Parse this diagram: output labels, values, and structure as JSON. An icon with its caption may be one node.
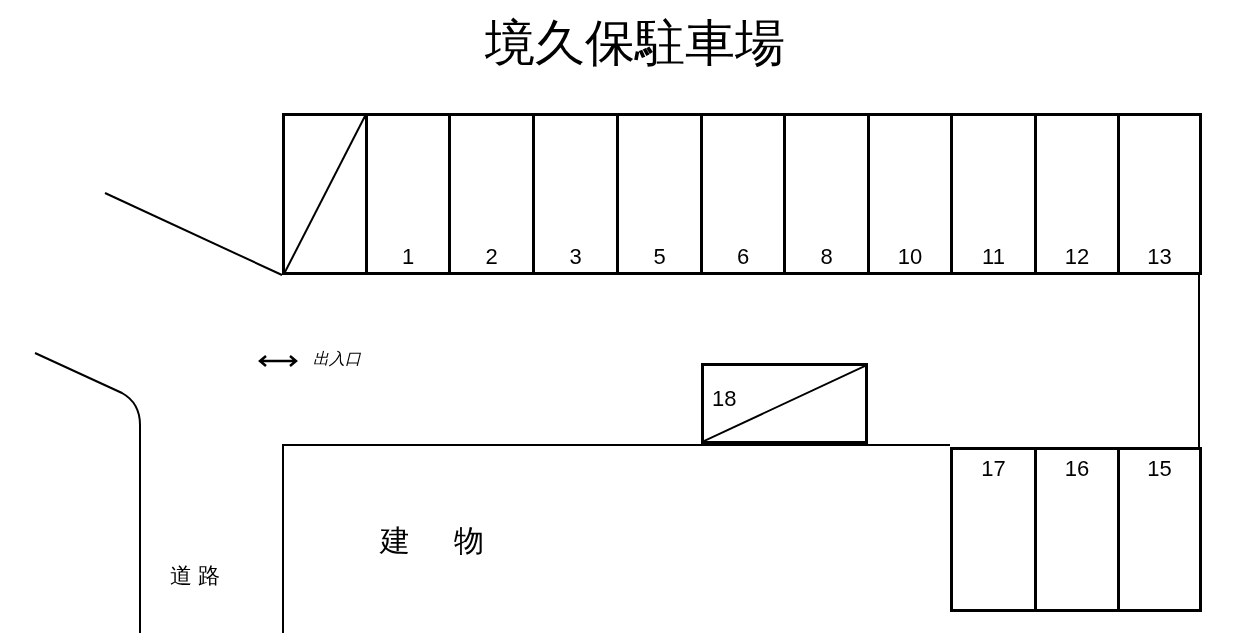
{
  "diagram": {
    "title": "境久保駐車場",
    "nodes": [
      {
        "text": [],
        "shape": "box"
      },
      {
        "text": [
          "1"
        ]
      },
      {
        "text": [
          "2"
        ]
      },
      {
        "text": [
          "3"
        ]
      },
      {
        "text": [
          "5"
        ]
      },
      {
        "text": [
          "6"
        ]
      },
      {
        "text": [
          "8"
        ]
      },
      {
        "text": [
          "10"
        ]
      },
      {
        "text": [
          "11"
        ]
      },
      {
        "text": [
          "12"
        ]
      },
      {
        "text": [
          "13"
        ]
      },
      {
        "text": [
          "18"
        ]
      },
      {
        "text": [
          "17"
        ]
      },
      {
        "text": [
          "16"
        ]
      },
      {
        "text": [
          "15"
        ]
      },
      {
        "text": [
          "建 物"
        ]
      }
    ],
    "edges": [],
    "labels": [
      "出入口",
      "道 路"
    ]
  }
}
